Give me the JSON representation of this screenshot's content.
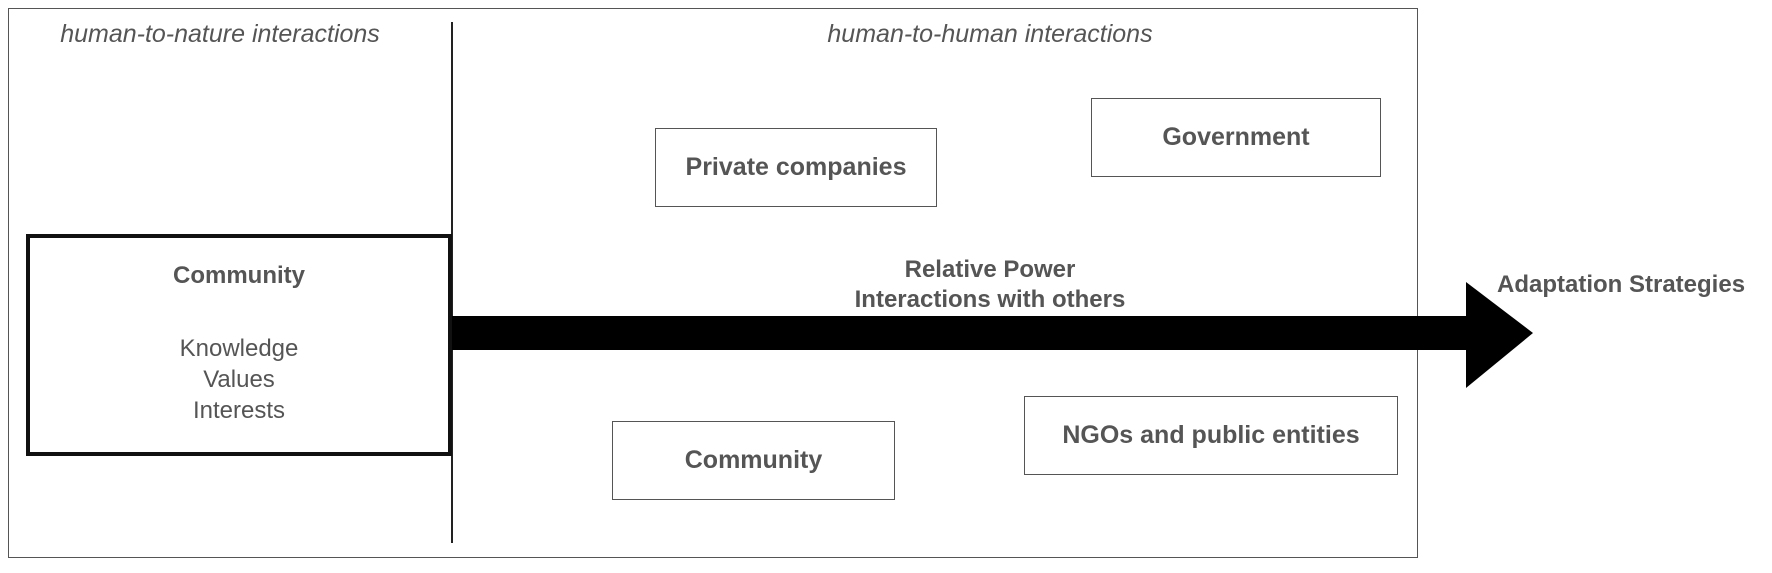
{
  "diagram": {
    "section_labels": {
      "left": "human-to-nature interactions",
      "right": "human-to-human interactions"
    },
    "community_main": {
      "title": "Community",
      "attributes": [
        "Knowledge",
        "Values",
        "Interests"
      ]
    },
    "actors": {
      "private": "Private companies",
      "government": "Government",
      "community": "Community",
      "ngo": "NGOs and public entities"
    },
    "arrow": {
      "label_line1": "Relative Power",
      "label_line2": "Interactions with others",
      "target": "Adaptation Strategies"
    }
  }
}
